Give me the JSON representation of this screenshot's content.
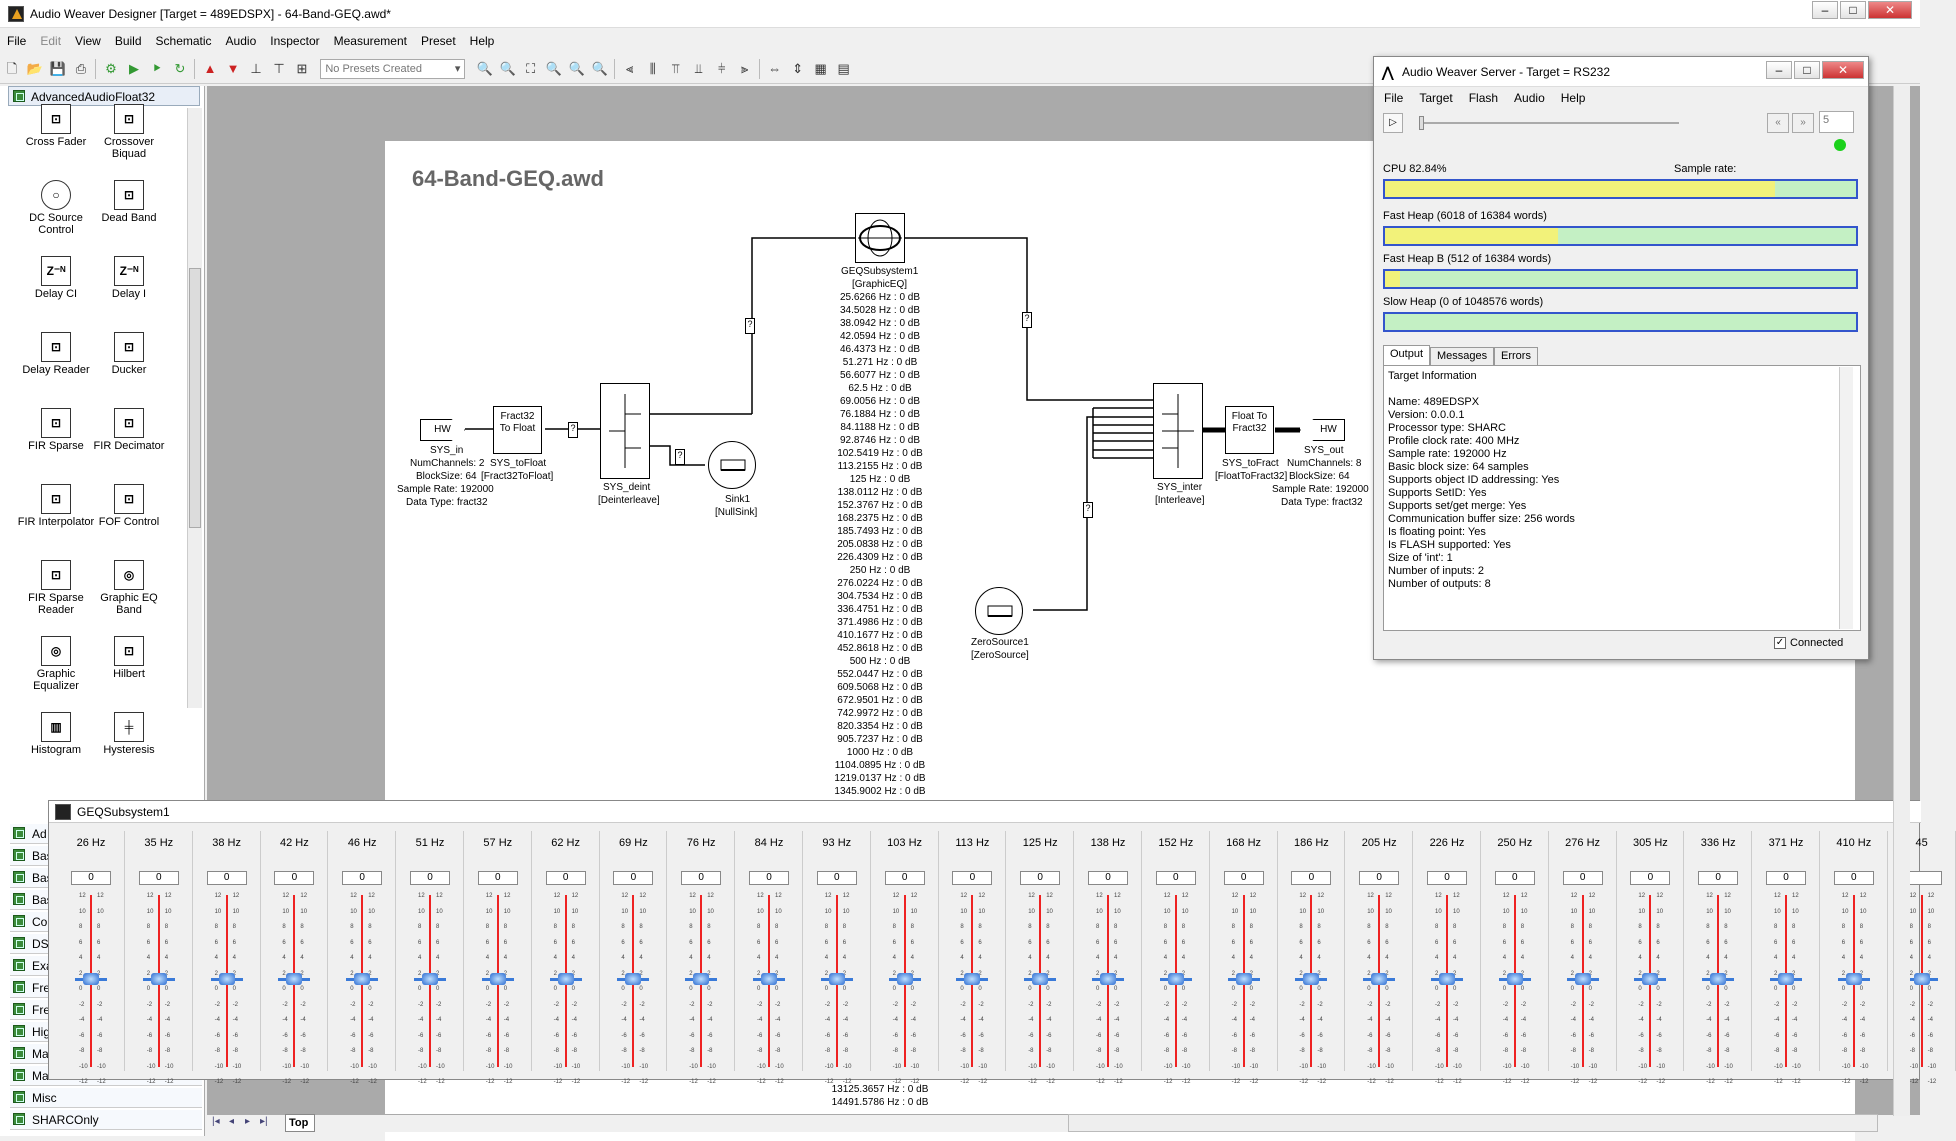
{
  "app": {
    "title": "Audio Weaver Designer [Target = 489EDSPX] - 64-Band-GEQ.awd*",
    "menus": [
      "File",
      "Edit",
      "View",
      "Build",
      "Schematic",
      "Audio",
      "Inspector",
      "Measurement",
      "Preset",
      "Help"
    ],
    "preset_dropdown": "No Presets Created"
  },
  "library": {
    "header": "AdvancedAudioFloat32",
    "items": [
      {
        "label": "Cross Fader",
        "icon": "cross-fader"
      },
      {
        "label": "Crossover Biquad",
        "icon": "crossover-biquad"
      },
      {
        "label": "DC Source Control",
        "icon": "dc-source"
      },
      {
        "label": "Dead Band",
        "icon": "dead-band"
      },
      {
        "label": "Delay CI",
        "icon": "z-delay"
      },
      {
        "label": "Delay I",
        "icon": "z-delay"
      },
      {
        "label": "Delay Reader",
        "icon": "delay-reader"
      },
      {
        "label": "Ducker",
        "icon": "ducker"
      },
      {
        "label": "FIR Sparse",
        "icon": "fir-sparse"
      },
      {
        "label": "FIR Decimator",
        "icon": "fir-decimator"
      },
      {
        "label": "FIR Interpolator",
        "icon": "fir-interpolator"
      },
      {
        "label": "FOF Control",
        "icon": "fof-control"
      },
      {
        "label": "FIR Sparse Reader",
        "icon": "fir-sparse-reader"
      },
      {
        "label": "Graphic EQ Band",
        "icon": "graphic-eq-band"
      },
      {
        "label": "Graphic Equalizer",
        "icon": "graphic-equalizer"
      },
      {
        "label": "Hilbert",
        "icon": "hilbert"
      },
      {
        "label": "Histogram",
        "icon": "histogram"
      },
      {
        "label": "Hysteresis",
        "icon": "hysteresis"
      }
    ],
    "categories": [
      "Ad",
      "Bas",
      "Bas",
      "Bas",
      "Co",
      "DS",
      "Exa",
      "Fre",
      "Fre",
      "Hig",
      "Ma",
      "Ma",
      "Misc",
      "SHARCOnly"
    ]
  },
  "schematic": {
    "title": "64-Band-GEQ.awd",
    "blocks": {
      "hw_in": "HW",
      "to_float": "Fract32 To Float",
      "float_to": "Float To Fract32",
      "hw_out": "HW"
    },
    "labels": {
      "sys_in": "SYS_in",
      "sys_in_info": [
        "NumChannels: 2",
        "BlockSize: 64",
        "Sample Rate: 192000",
        "Data Type: fract32"
      ],
      "sys_tofloat": "SYS_toFloat",
      "sys_tofloat_type": "[Fract32ToFloat]",
      "sys_deint": "SYS_deint",
      "sys_deint_type": "[Deinterleave]",
      "sink": "Sink1",
      "sink_type": "[NullSink]",
      "geq": "GEQSubsystem1",
      "geq_type": "[GraphicEQ]",
      "sys_inter": "SYS_inter",
      "sys_inter_type": "[Interleave]",
      "sys_tofract": "SYS_toFract",
      "sys_tofract_type": "[FloatToFract32]",
      "sys_out": "SYS_out",
      "sys_out_info": [
        "NumChannels: 8",
        "BlockSize: 64",
        "Sample Rate: 192000",
        "Data Type: fract32"
      ],
      "zero": "ZeroSource1",
      "zero_type": "[ZeroSource]",
      "q": "?"
    },
    "freq_list": [
      "25.6266 Hz : 0 dB",
      "34.5028 Hz : 0 dB",
      "38.0942 Hz : 0 dB",
      "42.0594 Hz : 0 dB",
      "46.4373 Hz : 0 dB",
      "51.271 Hz : 0 dB",
      "56.6077 Hz : 0 dB",
      "62.5 Hz : 0 dB",
      "69.0056 Hz : 0 dB",
      "76.1884 Hz : 0 dB",
      "84.1188 Hz : 0 dB",
      "92.8746 Hz : 0 dB",
      "102.5419 Hz : 0 dB",
      "113.2155 Hz : 0 dB",
      "125 Hz : 0 dB",
      "138.0112 Hz : 0 dB",
      "152.3767 Hz : 0 dB",
      "168.2375 Hz : 0 dB",
      "185.7493 Hz : 0 dB",
      "205.0838 Hz : 0 dB",
      "226.4309 Hz : 0 dB",
      "250 Hz : 0 dB",
      "276.0224 Hz : 0 dB",
      "304.7534 Hz : 0 dB",
      "336.4751 Hz : 0 dB",
      "371.4986 Hz : 0 dB",
      "410.1677 Hz : 0 dB",
      "452.8618 Hz : 0 dB",
      "500 Hz : 0 dB",
      "552.0447 Hz : 0 dB",
      "609.5068 Hz : 0 dB",
      "672.9501 Hz : 0 dB",
      "742.9972 Hz : 0 dB",
      "820.3354 Hz : 0 dB",
      "905.7237 Hz : 0 dB",
      "1000 Hz : 0 dB",
      "1104.0895 Hz : 0 dB",
      "1219.0137 Hz : 0 dB",
      "1345.9002 Hz : 0 dB"
    ],
    "freq_list_bottom": [
      "13125.3657 Hz : 0 dB",
      "14491.5786 Hz : 0 dB"
    ]
  },
  "server": {
    "title": "Audio Weaver Server - Target = RS232",
    "menus": [
      "File",
      "Target",
      "Flash",
      "Audio",
      "Help"
    ],
    "counter": "5",
    "cpu_label": "CPU 82.84%",
    "cpu_fraction": 0.8284,
    "sample_rate_label": "Sample rate:",
    "fast_heap_label": "Fast Heap (6018 of 16384 words)",
    "fast_heap_fraction": 0.367,
    "fast_heap_b_label": "Fast Heap B (512 of 16384 words)",
    "fast_heap_b_fraction": 0.031,
    "slow_heap_label": "Slow Heap (0 of 1048576 words)",
    "slow_heap_fraction": 0,
    "tabs": [
      "Output",
      "Messages",
      "Errors"
    ],
    "output_lines": [
      "Target Information",
      "",
      "Name: 489EDSPX",
      "Version: 0.0.0.1",
      "Processor type: SHARC",
      "Profile clock rate: 400 MHz",
      "Sample rate: 192000 Hz",
      "Basic block size: 64 samples",
      "Supports object ID addressing: Yes",
      "Supports SetID: Yes",
      "Supports set/get merge: Yes",
      "Communication buffer size: 256 words",
      "Is floating point: Yes",
      "Is FLASH supported: Yes",
      "Size of 'int': 1",
      "Number of inputs: 2",
      "Number of outputs: 8"
    ],
    "connected_label": "Connected",
    "connected": true
  },
  "geq_window": {
    "title": "GEQSubsystem1",
    "bands": [
      "26 Hz",
      "35 Hz",
      "38 Hz",
      "42 Hz",
      "46 Hz",
      "51 Hz",
      "57 Hz",
      "62 Hz",
      "69 Hz",
      "76 Hz",
      "84 Hz",
      "93 Hz",
      "103 Hz",
      "113 Hz",
      "125 Hz",
      "138 Hz",
      "152 Hz",
      "168 Hz",
      "186 Hz",
      "205 Hz",
      "226 Hz",
      "250 Hz",
      "276 Hz",
      "305 Hz",
      "336 Hz",
      "371 Hz",
      "410 Hz",
      "45"
    ],
    "values": [
      "0",
      "0",
      "0",
      "0",
      "0",
      "0",
      "0",
      "0",
      "0",
      "0",
      "0",
      "0",
      "0",
      "0",
      "0",
      "0",
      "0",
      "0",
      "0",
      "0",
      "0",
      "0",
      "0",
      "0",
      "0",
      "0",
      "0",
      ""
    ],
    "scale": [
      "12",
      "10",
      "8",
      "6",
      "4",
      "2",
      "0",
      "-2",
      "-4",
      "-6",
      "-8",
      "-10",
      "-12"
    ]
  },
  "bottom": {
    "tab": "Top"
  }
}
